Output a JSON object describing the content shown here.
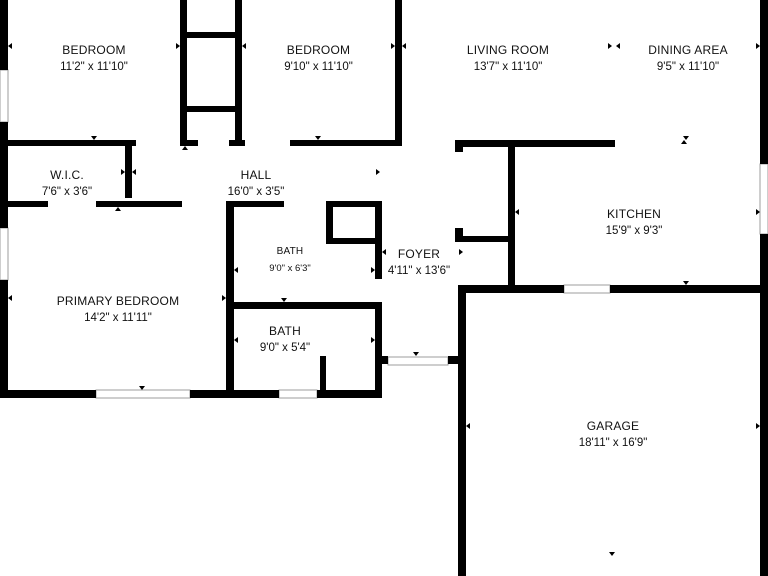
{
  "colors": {
    "wall": "#000000",
    "background": "#ffffff",
    "window": "#bdbdbd",
    "text": "#111111"
  },
  "rooms": [
    {
      "id": "bedroom-1",
      "name": "BEDROOM",
      "dims": "11'2\" x 11'10\""
    },
    {
      "id": "bedroom-2",
      "name": "BEDROOM",
      "dims": "9'10\" x 11'10\""
    },
    {
      "id": "living-room",
      "name": "LIVING ROOM",
      "dims": "13'7\" x 11'10\""
    },
    {
      "id": "dining-area",
      "name": "DINING AREA",
      "dims": "9'5\" x 11'10\""
    },
    {
      "id": "wic",
      "name": "W.I.C.",
      "dims": "7'6\" x 3'6\""
    },
    {
      "id": "hall",
      "name": "HALL",
      "dims": "16'0\" x 3'5\""
    },
    {
      "id": "kitchen",
      "name": "KITCHEN",
      "dims": "15'9\" x 9'3\""
    },
    {
      "id": "bath-1",
      "name": "BATH",
      "dims": "9'0\" x 6'3\""
    },
    {
      "id": "foyer",
      "name": "FOYER",
      "dims": "4'11\" x 13'6\""
    },
    {
      "id": "primary-bedroom",
      "name": "PRIMARY BEDROOM",
      "dims": "14'2\" x 11'11\""
    },
    {
      "id": "bath-2",
      "name": "BATH",
      "dims": "9'0\" x 5'4\""
    },
    {
      "id": "garage",
      "name": "GARAGE",
      "dims": "18'11\" x 16'9\""
    }
  ]
}
